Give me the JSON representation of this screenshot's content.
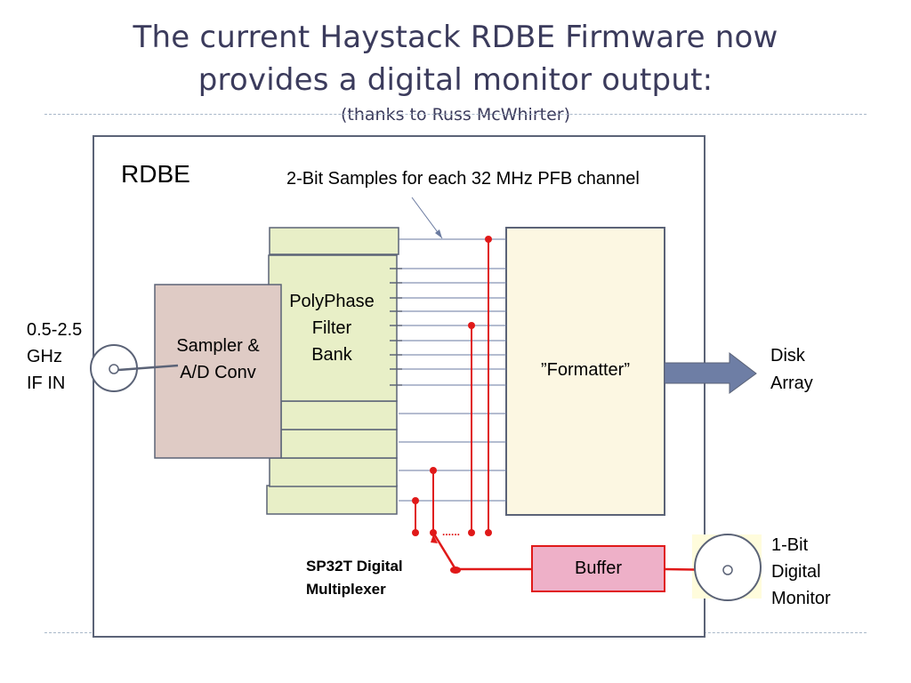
{
  "slide": {
    "title_line1": "The current Haystack RDBE Firmware now",
    "title_line2": "provides a digital monitor output:",
    "subtitle": "(thanks to Russ McWhirter)"
  },
  "diagram": {
    "box_label": "RDBE",
    "samples_annotation": "2-Bit Samples for each 32 MHz PFB channel",
    "input_label_line1": "0.5-2.5",
    "input_label_line2": "GHz",
    "input_label_line3": "IF IN",
    "sampler_line1": "Sampler &",
    "sampler_line2": "A/D Conv",
    "pfb_line1": "PolyPhase",
    "pfb_line2": "Filter",
    "pfb_line3": "Bank",
    "formatter_label": "”Formatter”",
    "output_label_line1": "Disk",
    "output_label_line2": "Array",
    "buffer_label": "Buffer",
    "mux_line1": "SP32T Digital",
    "mux_line2": "Multiplexer",
    "monitor_line1": "1-Bit",
    "monitor_line2": "Digital",
    "monitor_line3": "Monitor",
    "ellipsis": "......"
  },
  "colors": {
    "title_text": "#3b3b5c",
    "box_border": "#5b6377",
    "sampler_fill": "#dfcbc5",
    "pfb_fill": "#e8efc7",
    "formatter_fill": "#fcf7e2",
    "buffer_fill": "#eeb0c8",
    "mux_red": "#e01919",
    "arrow_fill": "#6e7ea5",
    "monitor_bg": "#fffcdc"
  }
}
